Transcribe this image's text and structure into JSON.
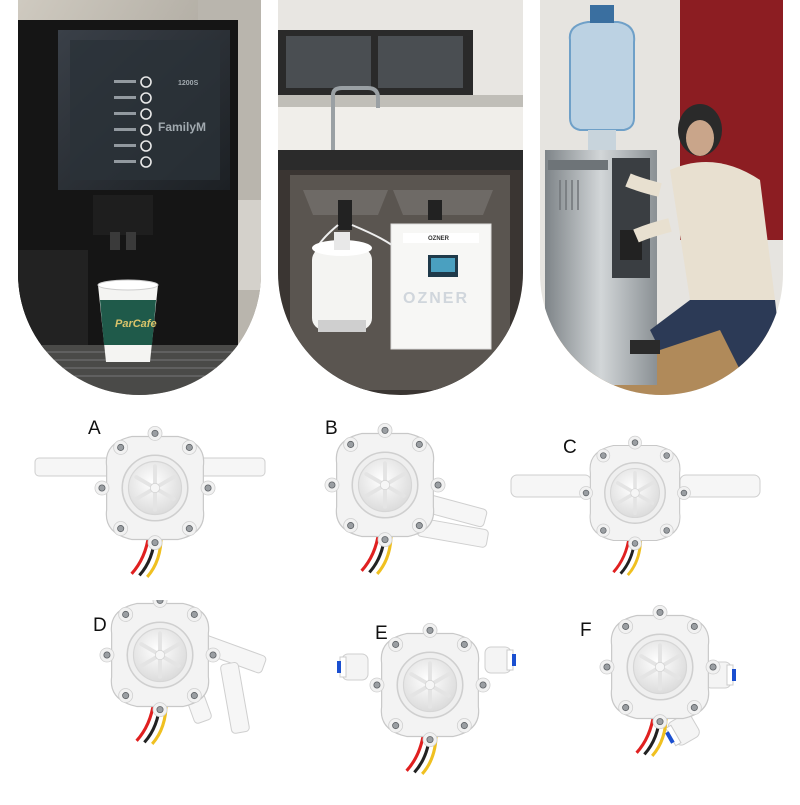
{
  "photos": {
    "coffee": {
      "cup_brand": "ParCafe",
      "screen_brand": "FamilyM",
      "screen_code": "1200S"
    },
    "purifier": {
      "brand": "OZNER",
      "label": "OZNER"
    }
  },
  "variants": [
    {
      "label": "A"
    },
    {
      "label": "B"
    },
    {
      "label": "C"
    },
    {
      "label": "D"
    },
    {
      "label": "E"
    },
    {
      "label": "F"
    }
  ]
}
